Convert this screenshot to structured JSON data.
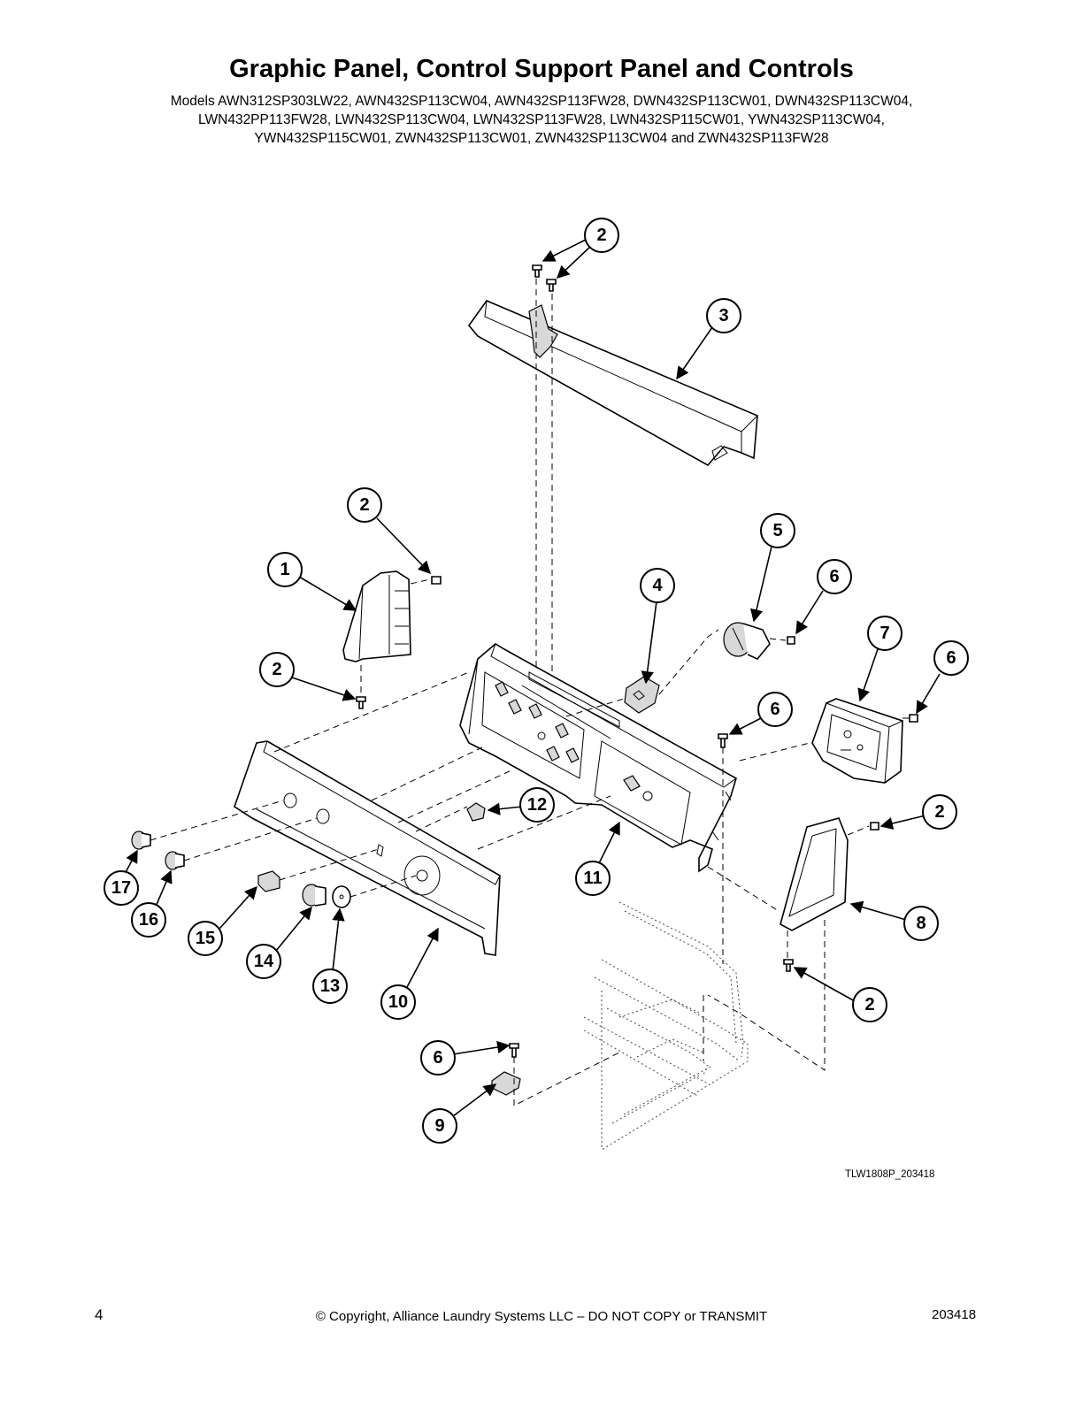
{
  "header": {
    "title": "Graphic Panel, Control Support Panel and Controls",
    "models": [
      "Models AWN312SP303LW22, AWN432SP113CW04, AWN432SP113FW28, DWN432SP113CW01, DWN432SP113CW04,",
      "LWN432PP113FW28, LWN432SP113CW04, LWN432SP113FW28, LWN432SP115CW01, YWN432SP113CW04,",
      "YWN432SP115CW01, ZWN432SP113CW01, ZWN432SP113CW04 and ZWN432SP113FW28"
    ]
  },
  "diagram": {
    "drawing_id": "TLW1808P_203418",
    "callouts": [
      "2",
      "3",
      "2",
      "1",
      "5",
      "6",
      "4",
      "2",
      "7",
      "6",
      "6",
      "12",
      "2",
      "17",
      "11",
      "16",
      "8",
      "15",
      "14",
      "13",
      "2",
      "10",
      "6",
      "9"
    ]
  },
  "footer": {
    "page_number": "4",
    "copyright": "© Copyright, Alliance Laundry Systems LLC – DO NOT COPY or TRANSMIT",
    "doc_number": "203418"
  }
}
